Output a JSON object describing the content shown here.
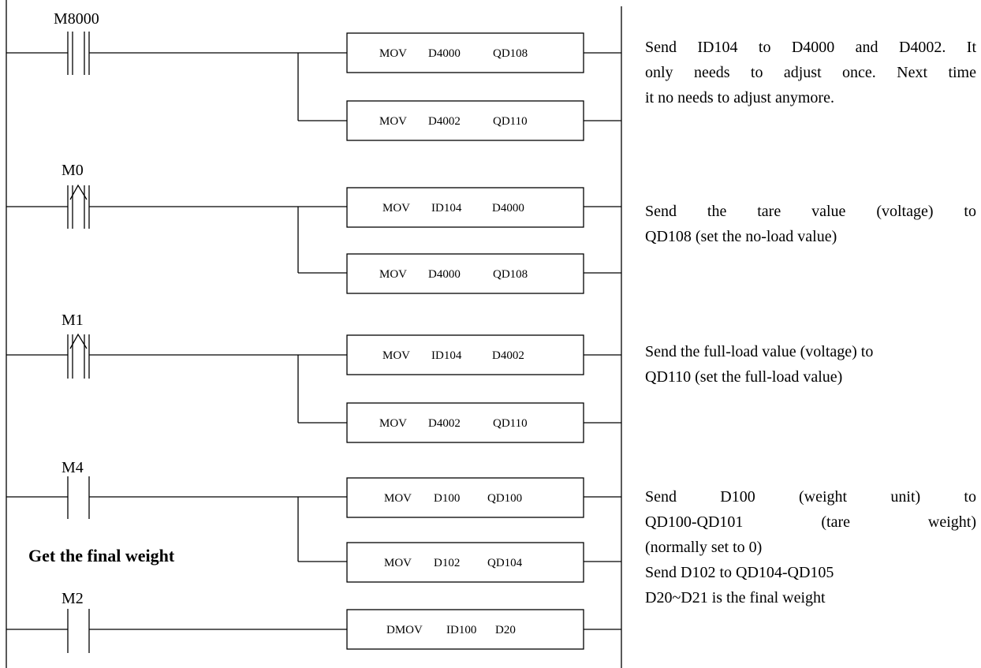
{
  "rungs": [
    {
      "contact": "M8000",
      "contact_type": "normally-open",
      "instructions": [
        {
          "op": "MOV",
          "src": "D4000",
          "dst": "QD108"
        },
        {
          "op": "MOV",
          "src": "D4002",
          "dst": "QD110"
        }
      ],
      "note_lines": [
        "Send ID104 to D4000 and D4002. It",
        "only needs to adjust once. Next time",
        "it no needs to adjust anymore."
      ]
    },
    {
      "contact": "M0",
      "contact_type": "rising-edge",
      "instructions": [
        {
          "op": "MOV",
          "src": "ID104",
          "dst": "D4000"
        },
        {
          "op": "MOV",
          "src": "D4000",
          "dst": "QD108"
        }
      ],
      "note_lines": [
        "Send the tare value (voltage) to",
        "QD108 (set the no-load value)"
      ]
    },
    {
      "contact": "M1",
      "contact_type": "rising-edge",
      "instructions": [
        {
          "op": "MOV",
          "src": "ID104",
          "dst": "D4002"
        },
        {
          "op": "MOV",
          "src": "D4002",
          "dst": "QD110"
        }
      ],
      "note_lines": [
        "Send the full-load value (voltage) to",
        "QD110 (set the full-load value)"
      ]
    },
    {
      "contact": "M4",
      "contact_type": "normally-open",
      "instructions": [
        {
          "op": "MOV",
          "src": "D100",
          "dst": "QD100"
        },
        {
          "op": "MOV",
          "src": "D102",
          "dst": "QD104"
        }
      ],
      "note_lines": [
        "Send D100 (weight unit) to",
        "QD100-QD101 (tare weight)",
        "(normally set to 0)",
        "Send D102 to QD104-QD105",
        "D20~D21 is the final weight"
      ]
    },
    {
      "contact": "M2",
      "contact_type": "normally-open",
      "instructions": [
        {
          "op": "DMOV",
          "src": "ID100",
          "dst": "D20"
        }
      ]
    }
  ],
  "section_heading": "Get the final weight"
}
